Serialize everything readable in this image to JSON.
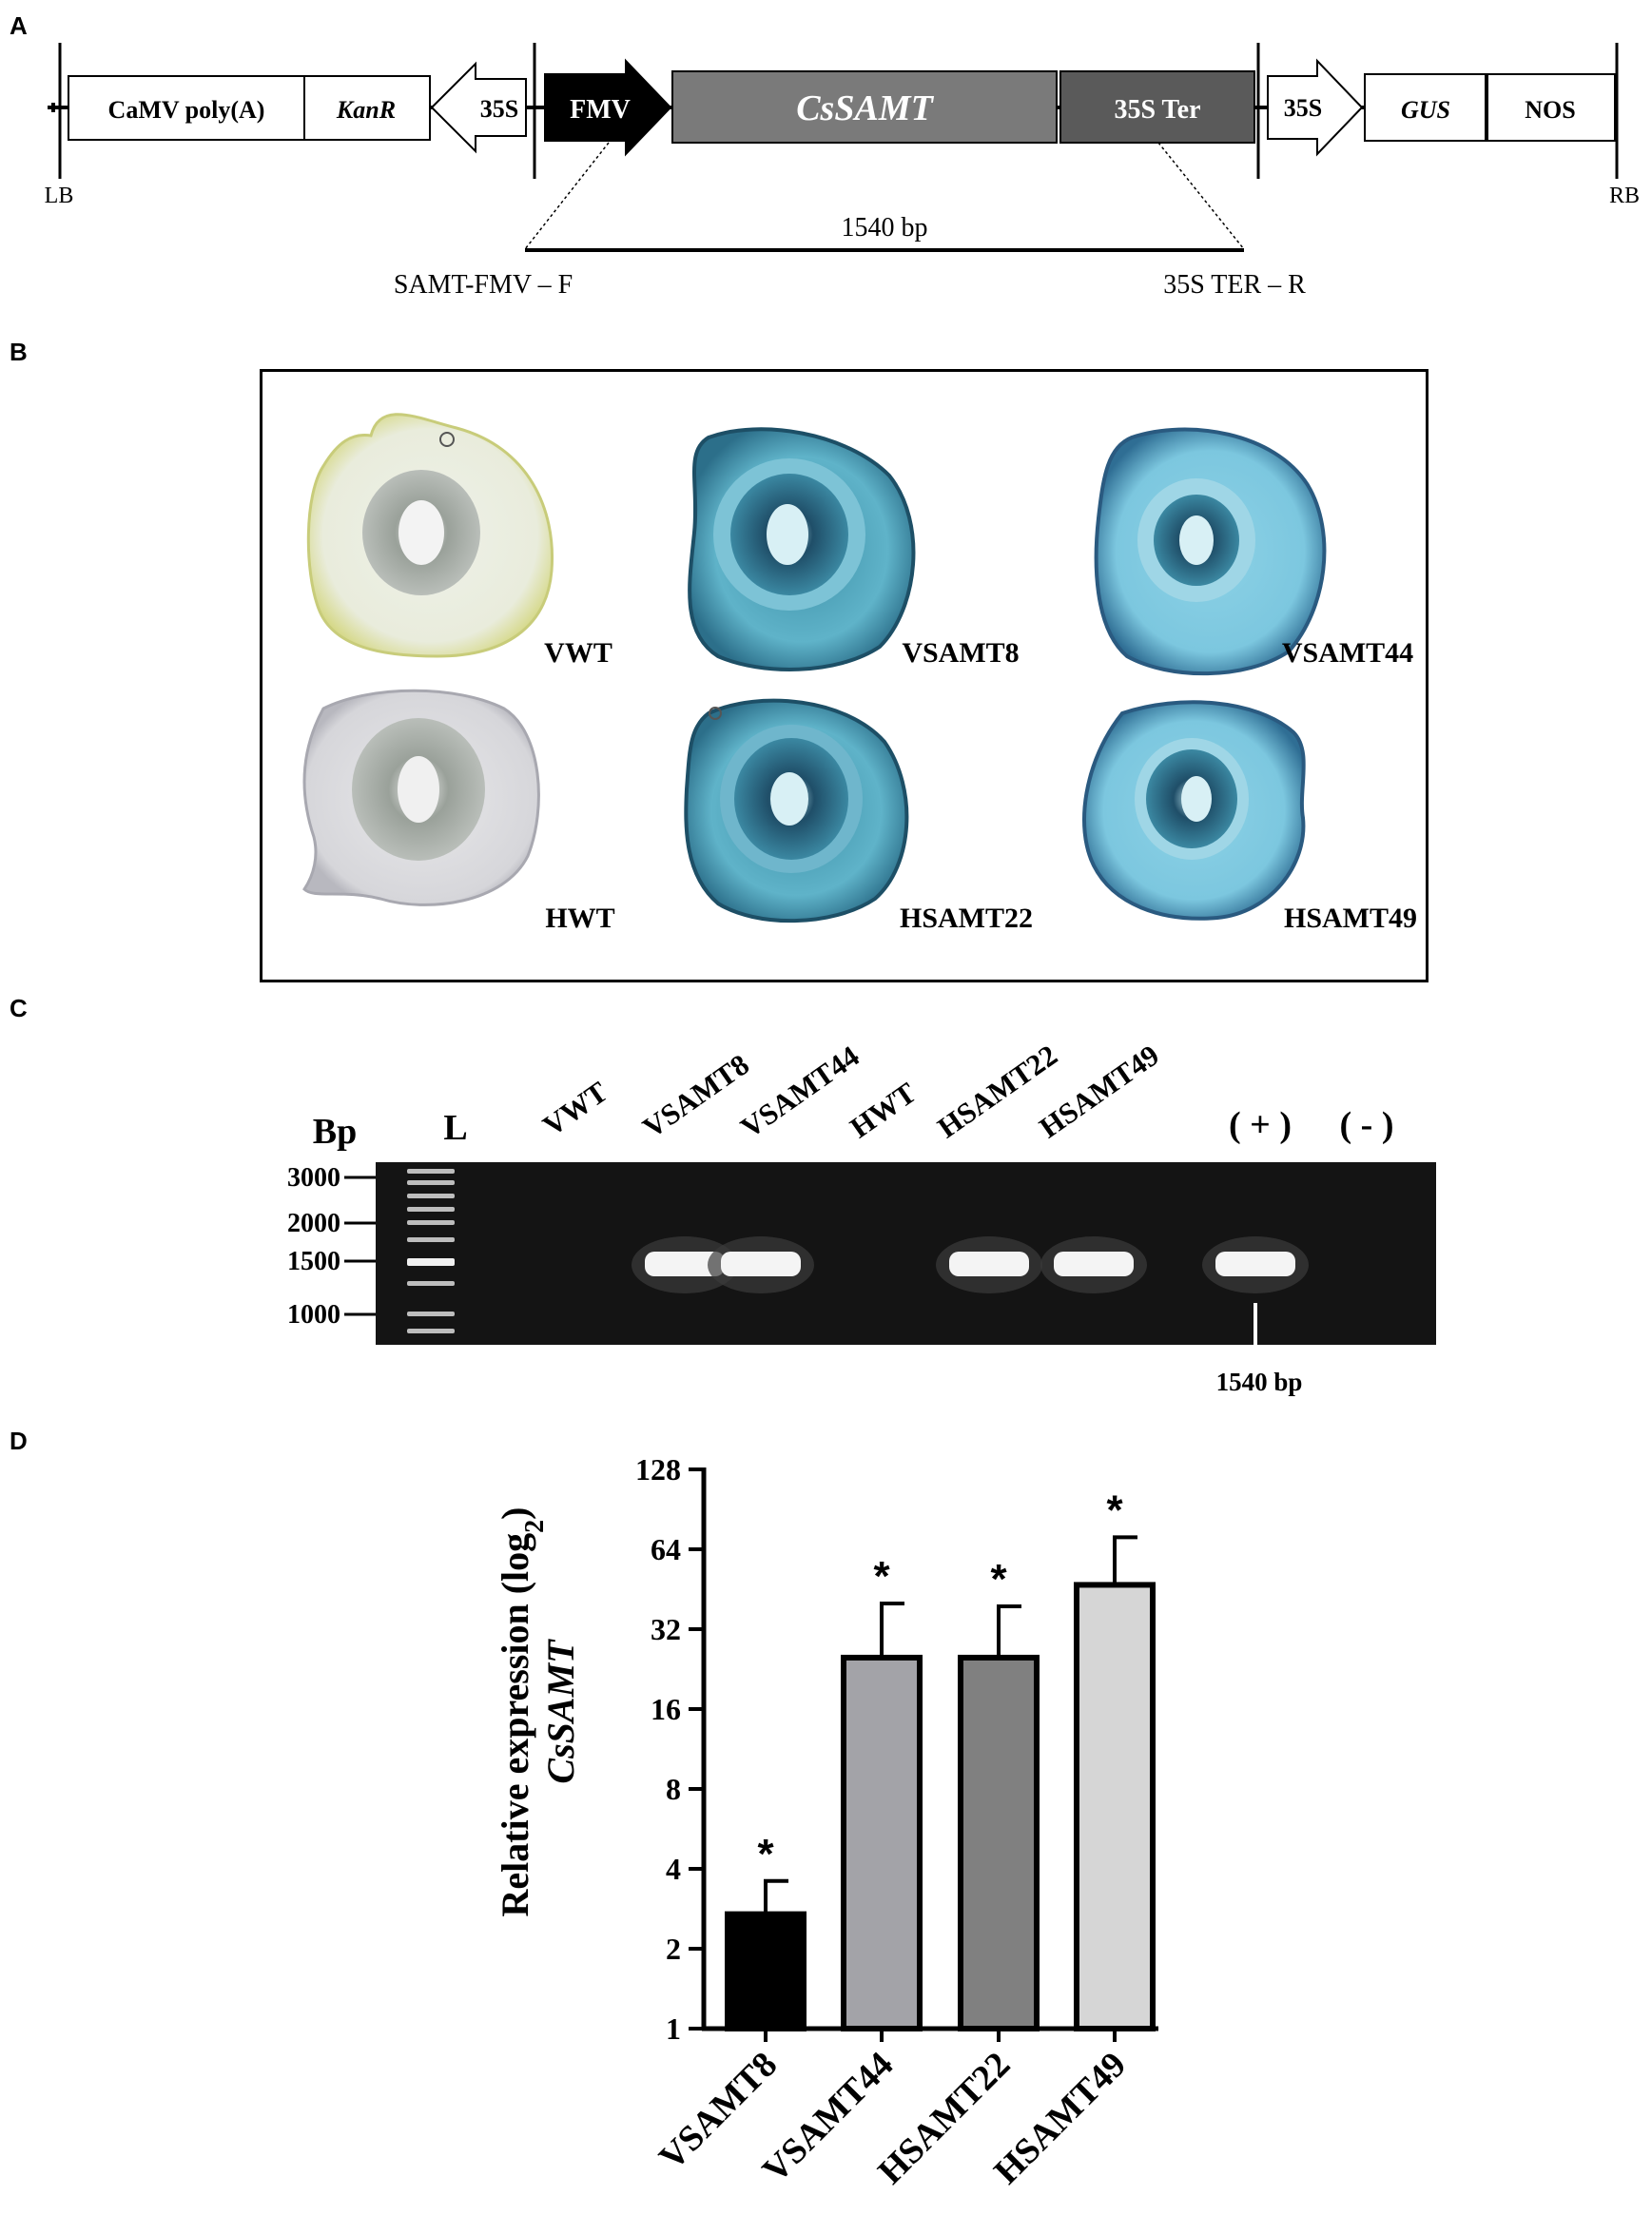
{
  "panels": {
    "a": "A",
    "b": "B",
    "c": "C",
    "d": "D"
  },
  "construct": {
    "boxes": [
      {
        "id": "camv",
        "label": "CaMV poly(A)"
      },
      {
        "id": "kanr",
        "label": "KanR"
      },
      {
        "id": "p35s_left",
        "label": "35S"
      },
      {
        "id": "fmv",
        "label": "FMV"
      },
      {
        "id": "cssamt",
        "label": "CsSAMT"
      },
      {
        "id": "ter",
        "label": "35S Ter"
      },
      {
        "id": "p35s_right",
        "label": "35S"
      },
      {
        "id": "gus",
        "label": "GUS"
      },
      {
        "id": "nos",
        "label": "NOS"
      }
    ],
    "lb": "LB",
    "rb": "RB",
    "amplicon": "1540 bp",
    "primer_f": "SAMT-FMV – F",
    "primer_r": "35S TER – R",
    "colors": {
      "fmv": "#000000",
      "cssamt": "#7a7a7a",
      "ter": "#5a5a5a"
    }
  },
  "gus_staining": {
    "samples": [
      {
        "label": "VWT",
        "stain": "none-yellow"
      },
      {
        "label": "VSAMT8",
        "stain": "blue-dark"
      },
      {
        "label": "VSAMT44",
        "stain": "blue"
      },
      {
        "label": "HWT",
        "stain": "none-grey"
      },
      {
        "label": "HSAMT22",
        "stain": "blue-dark"
      },
      {
        "label": "HSAMT49",
        "stain": "blue"
      }
    ]
  },
  "gel": {
    "unit_label": "Bp",
    "ladder_label": "L",
    "marker_sizes": [
      "3000",
      "2000",
      "1500",
      "1000"
    ],
    "lanes": [
      {
        "label": "VWT",
        "band": false
      },
      {
        "label": "VSAMT8",
        "band": true
      },
      {
        "label": "VSAMT44",
        "band": true
      },
      {
        "label": "HWT",
        "band": false
      },
      {
        "label": "HSAMT22",
        "band": true
      },
      {
        "label": "HSAMT49",
        "band": true
      },
      {
        "label": "( + )",
        "band": true
      },
      {
        "label": "( - )",
        "band": false
      }
    ],
    "band_label": "1540 bp"
  },
  "chart_data": {
    "type": "bar",
    "categories": [
      "VSAMT8",
      "VSAMT44",
      "HSAMT22",
      "HSAMT49"
    ],
    "values": [
      2.7,
      25,
      25,
      47
    ],
    "error_upper": [
      3.6,
      40,
      39,
      71
    ],
    "significance": [
      "*",
      "*",
      "*",
      "*"
    ],
    "ylabel_line1": "Relative expression (log",
    "ylabel_sub": "2",
    "ylabel_close": ")",
    "ylabel_line2": "CsSAMT",
    "yscale": "log2",
    "ylim": [
      1,
      128
    ],
    "yticks": [
      "1",
      "2",
      "4",
      "8",
      "16",
      "32",
      "64",
      "128"
    ],
    "bar_colors": [
      "#000000",
      "#a3a3a8",
      "#808080",
      "#d6d6d6"
    ],
    "grid": false
  }
}
